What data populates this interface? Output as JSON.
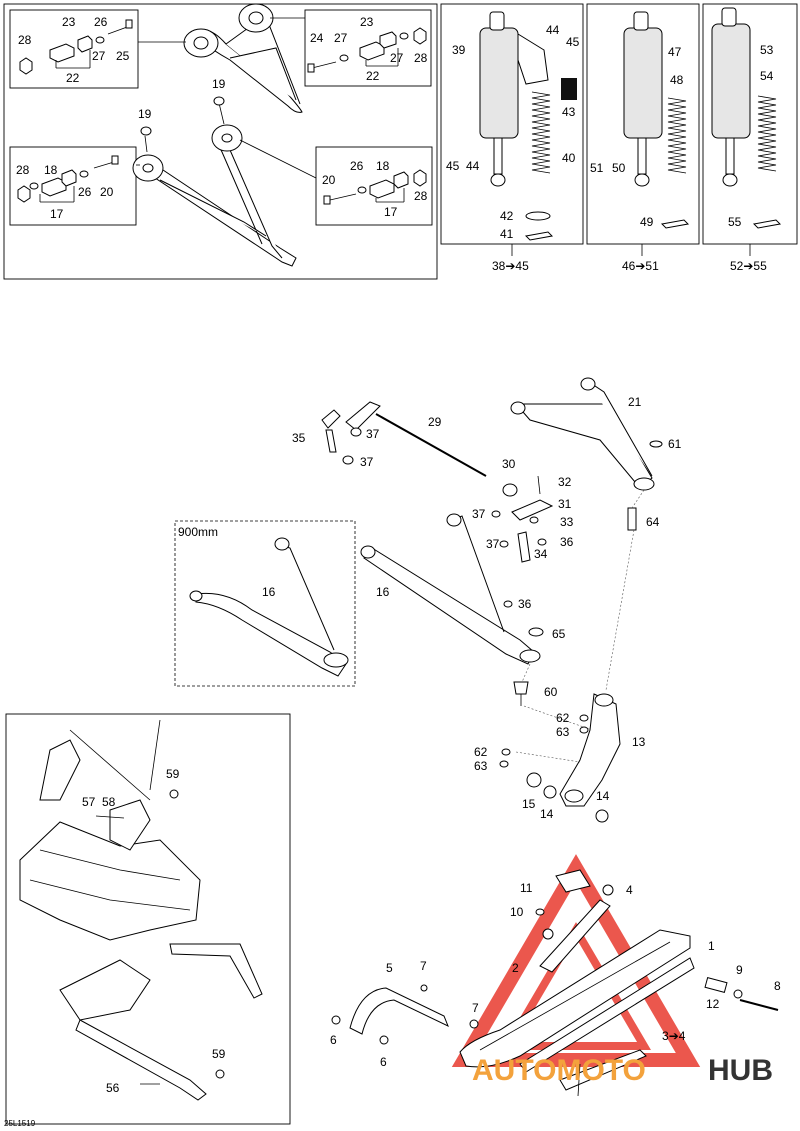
{
  "diagram": {
    "reference_code": "25L1519",
    "variant_note": "900mm",
    "watermark_brand": {
      "first": "AUTOMOTO",
      "second": "HUB"
    },
    "colors": {
      "watermark_red": "#e83a2f",
      "watermark_orange": "#f3a23c",
      "watermark_dark": "#333333",
      "line": "#000000",
      "shading": "#e6e6e6"
    },
    "kit_ranges": [
      "38",
      "45",
      "46",
      "51",
      "52",
      "55"
    ],
    "callouts": {
      "c1": "1",
      "c2": "2",
      "c3": "3",
      "c4": "4",
      "c5": "5",
      "c6a": "6",
      "c6b": "6",
      "c7a": "7",
      "c7b": "7",
      "c8": "8",
      "c9": "9",
      "c10": "10",
      "c11": "11",
      "c12": "12",
      "c13": "13",
      "c14a": "14",
      "c14b": "14",
      "c15": "15",
      "c16a": "16",
      "c16b": "16",
      "c17a": "17",
      "c17b": "17",
      "c18a": "18",
      "c18b": "18",
      "c19a": "19",
      "c19b": "19",
      "c20a": "20",
      "c20b": "20",
      "c21": "21",
      "c22a": "22",
      "c22b": "22",
      "c23a": "23",
      "c23b": "23",
      "c24": "24",
      "c25": "25",
      "c26a": "26",
      "c26b": "26",
      "c27a": "27",
      "c27b": "27",
      "c28a": "28",
      "c28b": "28",
      "c28c": "28",
      "c28d": "28",
      "c29": "29",
      "c30": "30",
      "c31": "31",
      "c32": "32",
      "c33": "33",
      "c34": "34",
      "c35": "35",
      "c36a": "36",
      "c36b": "36",
      "c37a": "37",
      "c37b": "37",
      "c37c": "37",
      "c37d": "37",
      "c39": "39",
      "c40": "40",
      "c41": "41",
      "c42": "42",
      "c43": "43",
      "c44a": "44",
      "c44b": "44",
      "c45a": "45",
      "c45b": "45",
      "c47": "47",
      "c48": "48",
      "c49": "49",
      "c50": "50",
      "c51": "51",
      "c53": "53",
      "c54": "54",
      "c55": "55",
      "c56": "56",
      "c57": "57",
      "c58": "58",
      "c59a": "59",
      "c59b": "59",
      "c60": "60",
      "c61": "61",
      "c62a": "62",
      "c62b": "62",
      "c63a": "63",
      "c63b": "63",
      "c64": "64",
      "c65": "65"
    }
  }
}
